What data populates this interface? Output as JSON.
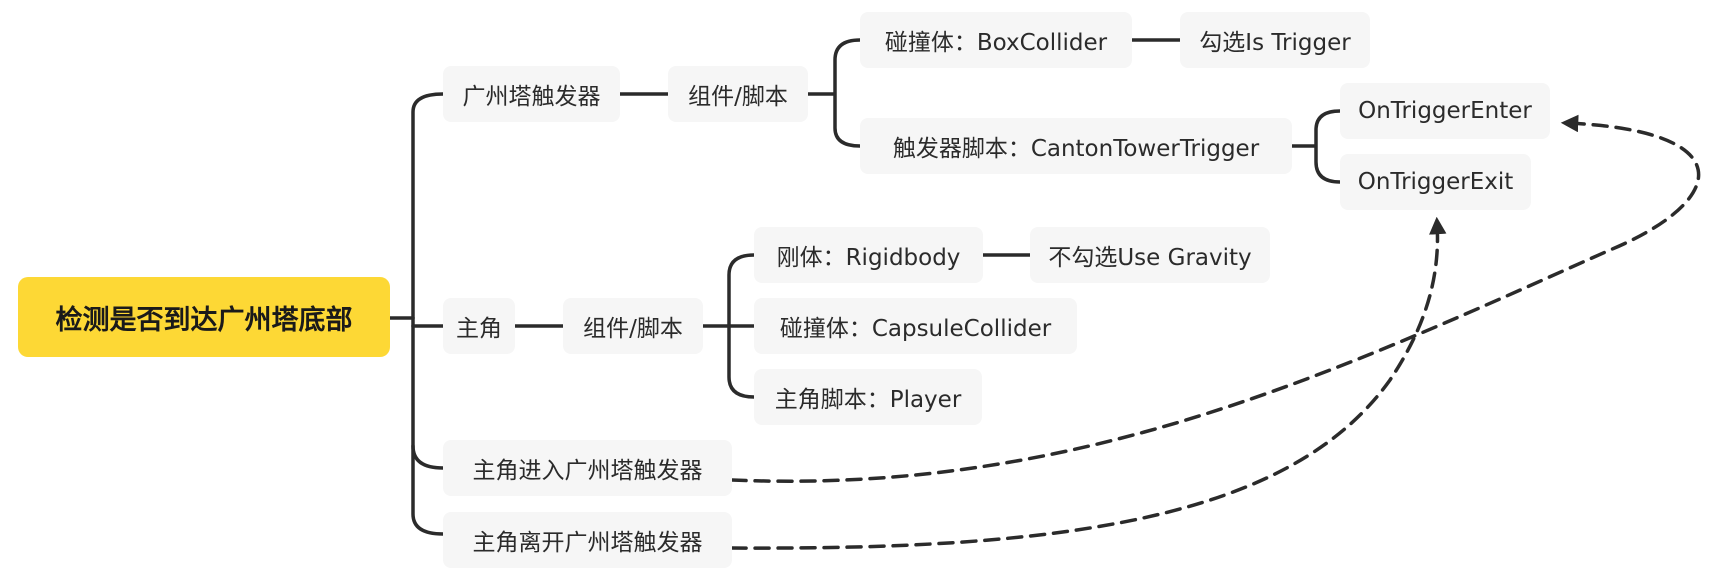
{
  "mindmap": {
    "root": "检测是否到达广州塔底部",
    "trigger": {
      "label": "广州塔触发器",
      "components": "组件/脚本",
      "collider": "碰撞体：BoxCollider",
      "collider_option": "勾选Is Trigger",
      "script": "触发器脚本：CantonTowerTrigger",
      "on_enter": "OnTriggerEnter",
      "on_exit": "OnTriggerExit"
    },
    "player": {
      "label": "主角",
      "components": "组件/脚本",
      "rigidbody": "刚体：Rigidbody",
      "rigidbody_option": "不勾选Use Gravity",
      "collider": "碰撞体：CapsuleCollider",
      "script": "主角脚本：Player"
    },
    "enter_event": "主角进入广州塔触发器",
    "exit_event": "主角离开广州塔触发器"
  },
  "colors": {
    "root_fill": "#fdd835",
    "node_fill": "#f6f6f6",
    "line": "#2b2b2b"
  }
}
